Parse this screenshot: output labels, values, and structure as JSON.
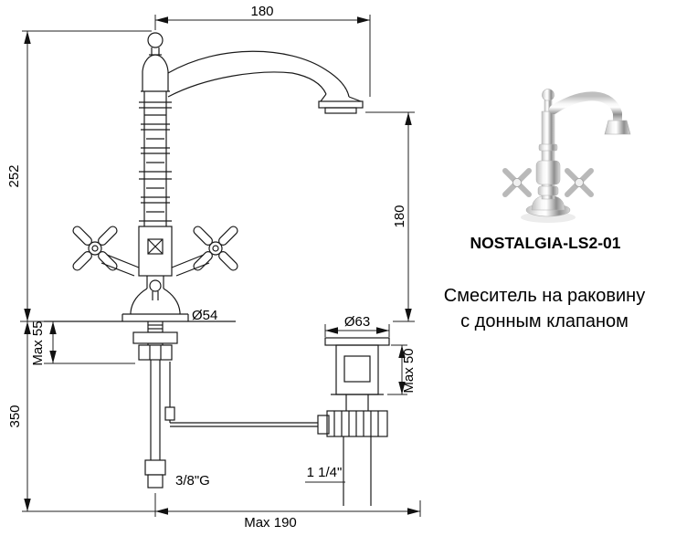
{
  "page": {
    "background": "#ffffff"
  },
  "product": {
    "name": "NOSTALGIA-LS2-01",
    "description_line1": "Смеситель на раковину",
    "description_line2": "с донным клапаном"
  },
  "drawing": {
    "type": "technical-dimension-drawing",
    "units": "mm",
    "dimensions": {
      "spout_reach_top": "180",
      "overall_height": "252",
      "spout_height": "180",
      "base_diameter": "Ø54",
      "mount_max_thickness": "Max 55",
      "depth_below_deck": "350",
      "supply_thread": "3/8\"G",
      "bottom_reach": "Max 190",
      "drain_flange_diameter": "Ø63",
      "drain_max_thickness": "Max 50",
      "drain_thread": "1 1/4\""
    }
  },
  "colors": {
    "line": "#1a1a1a",
    "text": "#000000",
    "chrome_light": "#f7f7f7",
    "chrome_dark": "#8f8f8f"
  }
}
